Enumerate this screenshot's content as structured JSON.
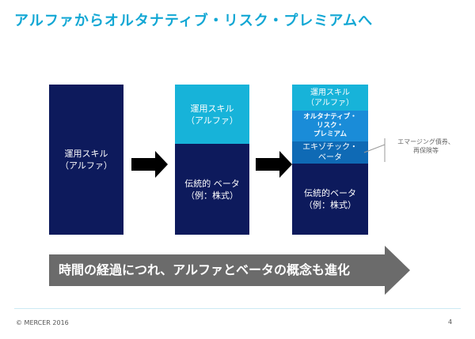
{
  "title": "アルファからオルタナティブ・リスク・プレミアムへ",
  "col1": {
    "line1": "運用スキル",
    "line2": "（アルファ）"
  },
  "col2": {
    "top_line1": "運用スキル",
    "top_line2": "（アルファ）",
    "bottom_line1": "伝統的 ベータ",
    "bottom_line2": "（例：株式）"
  },
  "col3": {
    "top_line1": "運用スキル",
    "top_line2": "（アルファ）",
    "arp_line1": "オルタナティブ・",
    "arp_line2": "リスク・",
    "arp_line3": "プレミアム",
    "exotic_line1": "エキゾチック・",
    "exotic_line2": "ベータ",
    "bottom_line1": "伝統的ベータ",
    "bottom_line2": "（例：株式）"
  },
  "callout": {
    "line1": "エマージング債券、",
    "line2": "再保険等"
  },
  "bottom_arrow_text": "時間の経過につれ、アルファとベータの概念も進化",
  "footer": {
    "copyright": "© MERCER 2016",
    "page_number": "4"
  },
  "colors": {
    "title": "#12a7d4",
    "navy": "#0d1a5c",
    "cyan": "#17b3d9",
    "blue": "#0f6ab5",
    "arrow_gray": "#666666"
  }
}
